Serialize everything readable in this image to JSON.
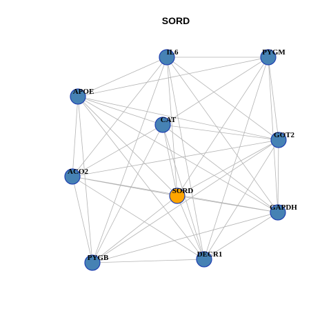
{
  "title": "SORD",
  "colors": {
    "node_fill": "#4682B4",
    "node_border": "#1F3FB0",
    "highlight_fill": "#FFA500",
    "highlight_border": "#1F3FB0",
    "edge": "#B3B3B3",
    "background": "#FFFFFF"
  },
  "nodes": [
    {
      "id": "IL6",
      "label": "IL6",
      "highlight": false
    },
    {
      "id": "PYGM",
      "label": "PYGM",
      "highlight": false
    },
    {
      "id": "APOE",
      "label": "APOE",
      "highlight": false
    },
    {
      "id": "CAT",
      "label": "CAT",
      "highlight": false
    },
    {
      "id": "GOT2",
      "label": "GOT2",
      "highlight": false
    },
    {
      "id": "ACO2",
      "label": "ACO2",
      "highlight": false
    },
    {
      "id": "SORD",
      "label": "SORD",
      "highlight": true
    },
    {
      "id": "GAPDH",
      "label": "GAPDH",
      "highlight": false
    },
    {
      "id": "PYGB",
      "label": "PYGB",
      "highlight": false
    },
    {
      "id": "DECR1",
      "label": "DECR1",
      "highlight": false
    }
  ],
  "edges": [
    [
      "IL6",
      "PYGM"
    ],
    [
      "IL6",
      "APOE"
    ],
    [
      "IL6",
      "ACO2"
    ],
    [
      "IL6",
      "SORD"
    ],
    [
      "IL6",
      "GOT2"
    ],
    [
      "IL6",
      "GAPDH"
    ],
    [
      "IL6",
      "DECR1"
    ],
    [
      "IL6",
      "PYGB"
    ],
    [
      "PYGM",
      "APOE"
    ],
    [
      "PYGM",
      "CAT"
    ],
    [
      "PYGM",
      "GOT2"
    ],
    [
      "PYGM",
      "SORD"
    ],
    [
      "PYGM",
      "GAPDH"
    ],
    [
      "PYGM",
      "DECR1"
    ],
    [
      "APOE",
      "CAT"
    ],
    [
      "APOE",
      "GOT2"
    ],
    [
      "APOE",
      "ACO2"
    ],
    [
      "APOE",
      "SORD"
    ],
    [
      "APOE",
      "GAPDH"
    ],
    [
      "APOE",
      "PYGB"
    ],
    [
      "APOE",
      "DECR1"
    ],
    [
      "CAT",
      "GOT2"
    ],
    [
      "CAT",
      "ACO2"
    ],
    [
      "CAT",
      "SORD"
    ],
    [
      "CAT",
      "GAPDH"
    ],
    [
      "CAT",
      "PYGB"
    ],
    [
      "CAT",
      "DECR1"
    ],
    [
      "GOT2",
      "ACO2"
    ],
    [
      "GOT2",
      "SORD"
    ],
    [
      "GOT2",
      "GAPDH"
    ],
    [
      "GOT2",
      "PYGB"
    ],
    [
      "GOT2",
      "DECR1"
    ],
    [
      "ACO2",
      "SORD"
    ],
    [
      "ACO2",
      "GAPDH"
    ],
    [
      "ACO2",
      "PYGB"
    ],
    [
      "ACO2",
      "DECR1"
    ],
    [
      "SORD",
      "GAPDH"
    ],
    [
      "SORD",
      "PYGB"
    ],
    [
      "SORD",
      "DECR1"
    ],
    [
      "GAPDH",
      "PYGB"
    ],
    [
      "GAPDH",
      "DECR1"
    ],
    [
      "PYGB",
      "DECR1"
    ]
  ]
}
